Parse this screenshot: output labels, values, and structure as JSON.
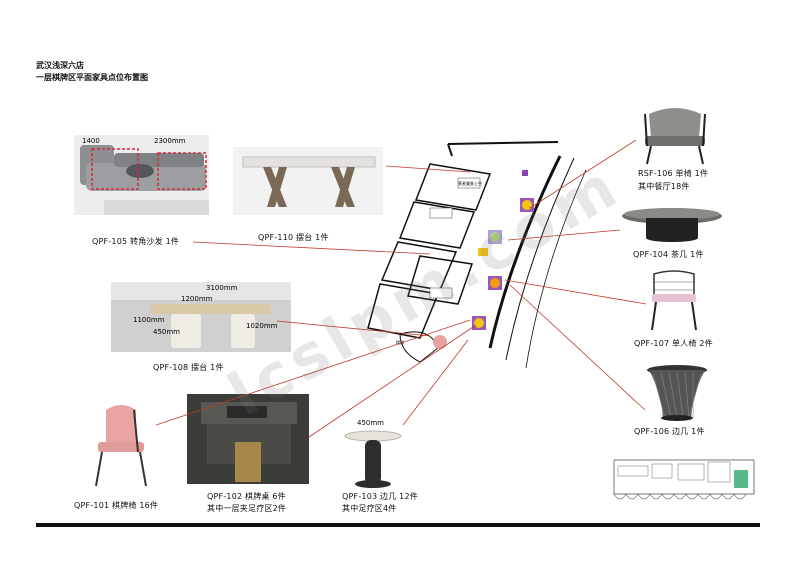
{
  "header": {
    "line1": "武汉浅深六店",
    "line2": "一层棋牌区平面家具点位布置图"
  },
  "items": {
    "qpf105": "QPF-105 转角沙发 1件",
    "qpf110": "QPF-110 摆台 1件",
    "qpf108": "QPF-108 摆台 1件",
    "qpf101": "QPF-101 棋牌椅 16件",
    "qpf102_a": "QPF-102 棋牌桌 6件",
    "qpf102_b": "其中一层夹足疗区2件",
    "qpf103_a": "QPF-103 边几 12件",
    "qpf103_b": "其中足疗区4件",
    "rsf106_a": "RSF-106 单椅 1件",
    "rsf106_b": "其中餐厅18件",
    "qpf104": "QPF-104 茶几 1件",
    "qpf107": "QPF-107 单人椅 2件",
    "qpf106": "QPF-106 边几 1件"
  },
  "dimensions": {
    "sofa_w": "1400",
    "sofa_l": "2300mm",
    "table108_w1": "3100mm",
    "table108_w2": "1200mm",
    "table108_h1": "1100mm",
    "table108_h2": "450mm",
    "table108_h3": "1020mm",
    "table103_w": "450mm"
  },
  "plan_labels": {
    "room": "莱麦美肤上空",
    "stair": "楼梯"
  },
  "watermark": "lcslpm.com",
  "colors": {
    "leader": "#c0392b",
    "accent_red": "#d6283a",
    "chair_pink": "#e8a3a3",
    "sofa_grey": "#9ea0a3"
  }
}
